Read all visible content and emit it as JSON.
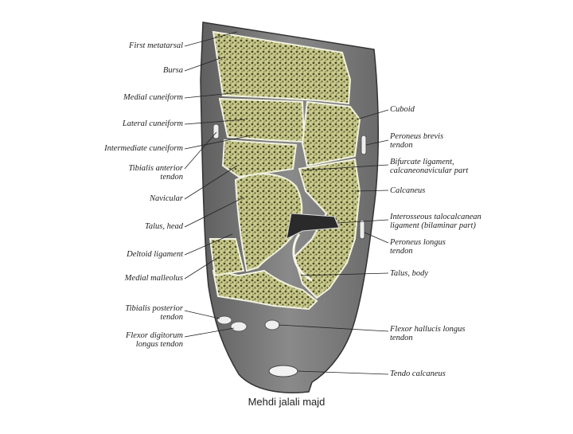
{
  "labels_left": [
    {
      "text": "First metatarsal"
    },
    {
      "text": "Bursa"
    },
    {
      "text": "Medial cuneiform"
    },
    {
      "text": "Lateral cuneiform"
    },
    {
      "text": "Intermediate cuneiform"
    },
    {
      "text": "Tibialis anterior",
      "text2": "tendon"
    },
    {
      "text": "Navicular"
    },
    {
      "text": "Talus, head"
    },
    {
      "text": "Deltoid ligament"
    },
    {
      "text": "Medial malleolus"
    },
    {
      "text": "Tibialis posterior",
      "text2": "tendon"
    },
    {
      "text": "Flexor digitorum",
      "text2": "longus tendon"
    }
  ],
  "labels_right": [
    {
      "text": "Cuboid"
    },
    {
      "text": "Peroneus brevis",
      "text2": "tendon"
    },
    {
      "text": "Bifurcate ligament,",
      "text2": "calcaneonavicular part"
    },
    {
      "text": "Calcaneus"
    },
    {
      "text": "Interosseous talocalcanean",
      "text2": "ligament (bilaminar part)"
    },
    {
      "text": "Peroneus longus",
      "text2": "tendon"
    },
    {
      "text": "Talus, body"
    },
    {
      "text": "Flexor hallucis longus",
      "text2": "tendon"
    },
    {
      "text": "Tendo calcaneus"
    }
  ],
  "caption": "Mehdi jalali majd",
  "colors": {
    "soft_tissue": "#7d7d7d",
    "bone_fill": "#c8c98d",
    "bone_dark": "#3f3f1f",
    "background": "#ffffff"
  }
}
